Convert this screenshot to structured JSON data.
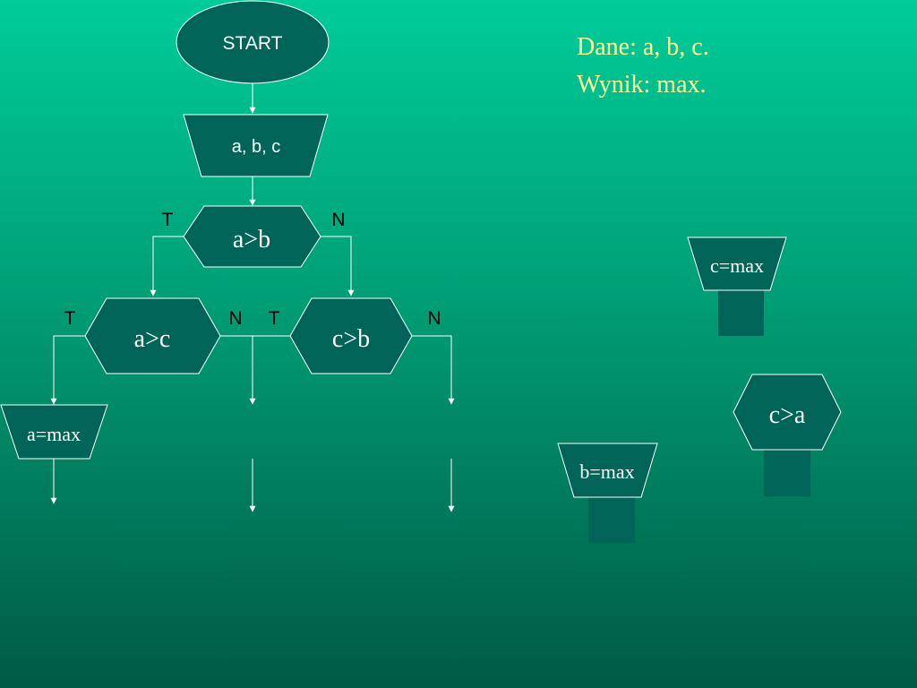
{
  "header": {
    "given": "Dane: a, b, c.",
    "result": "Wynik: max."
  },
  "diagram": {
    "start_label": "START",
    "input_label": "a, b, c",
    "decision_ab": "a>b",
    "decision_ac": "a>c",
    "decision_cb": "c>b",
    "decision_ca": "c>a",
    "assign_a": "a=max",
    "assign_b": "b=max",
    "assign_c": "c=max",
    "branch_true": "T",
    "branch_false": "N"
  },
  "colors": {
    "shape_fill": "#006458",
    "shape_stroke": "#ffffff",
    "line": "#ffffff",
    "header_text": "#ffff99",
    "block_fill": "#006458"
  }
}
